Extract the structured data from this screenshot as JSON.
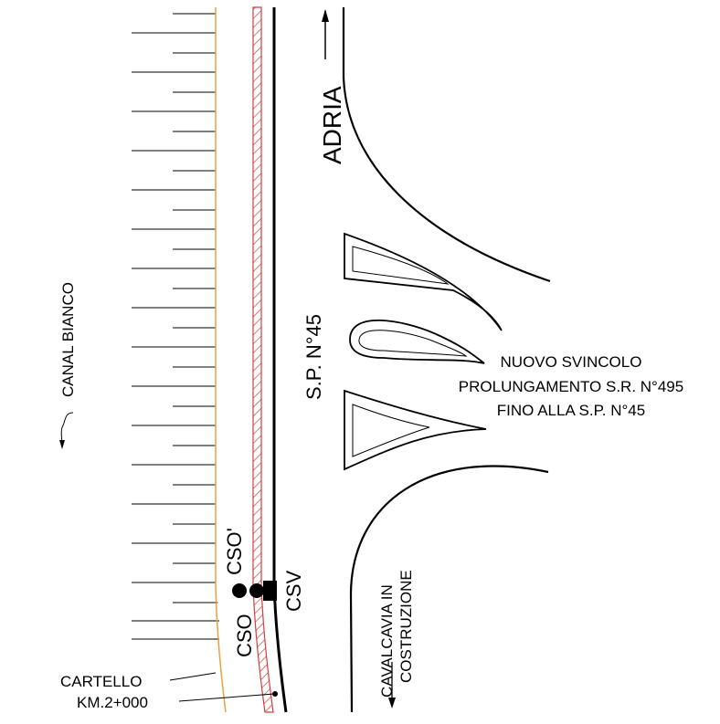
{
  "labels": {
    "canal": "CANAL BIANCO",
    "adria": "ADRIA",
    "sp45": "S.P. N°45",
    "svincolo_line1": "NUOVO SVINCOLO",
    "svincolo_line2": "PROLUNGAMENTO S.R. N°495",
    "svincolo_line3": "FINO ALLA S.P. N°45",
    "cavalcavia_line1": "CAVALCAVIA IN",
    "cavalcavia_line2": "COSTRUZIONE",
    "cso_prime": "CSO'",
    "cso": "CSO",
    "csv": "CSV",
    "cartello": "CARTELLO",
    "km": "KM.2+000"
  },
  "colors": {
    "line": "#000000",
    "orange_edge": "#e8a040",
    "hatch": "#d04040"
  }
}
